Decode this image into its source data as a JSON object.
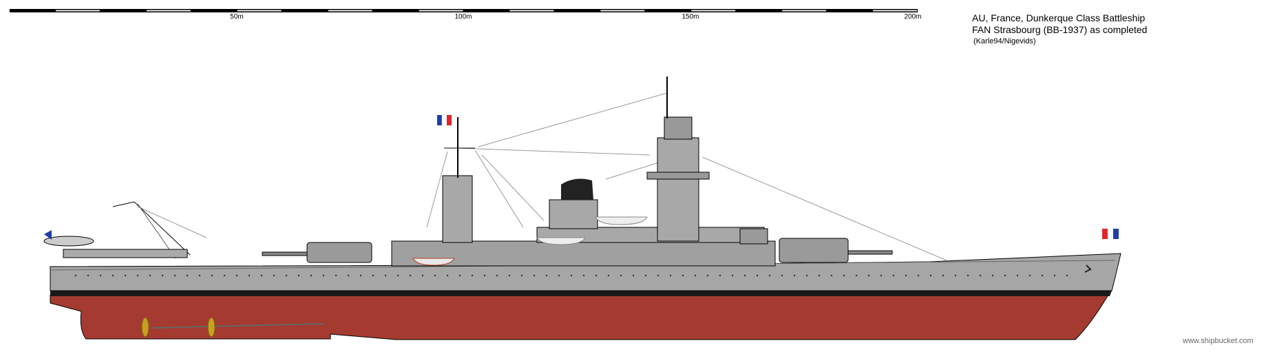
{
  "title": {
    "line1": "AU, France, Dunkerque Class Battleship",
    "line2": "FAN Strasbourg (BB-1937) as completed",
    "credit": "(Karle94/Nigevids)"
  },
  "scale_bar": {
    "labels": [
      "50m",
      "100m",
      "150m",
      "200m"
    ],
    "total_m": 200,
    "segment_m": 10
  },
  "watermark": "www.shipbucket.com",
  "colors": {
    "hull_grey": "#a6a6a6",
    "boot_top": "#1a1a1a",
    "antifouling": "#a53b30",
    "deck_grey": "#8c8c8c",
    "propeller": "#c8a020",
    "flag_blue": "#1c3fa8",
    "flag_red": "#e0242c"
  }
}
